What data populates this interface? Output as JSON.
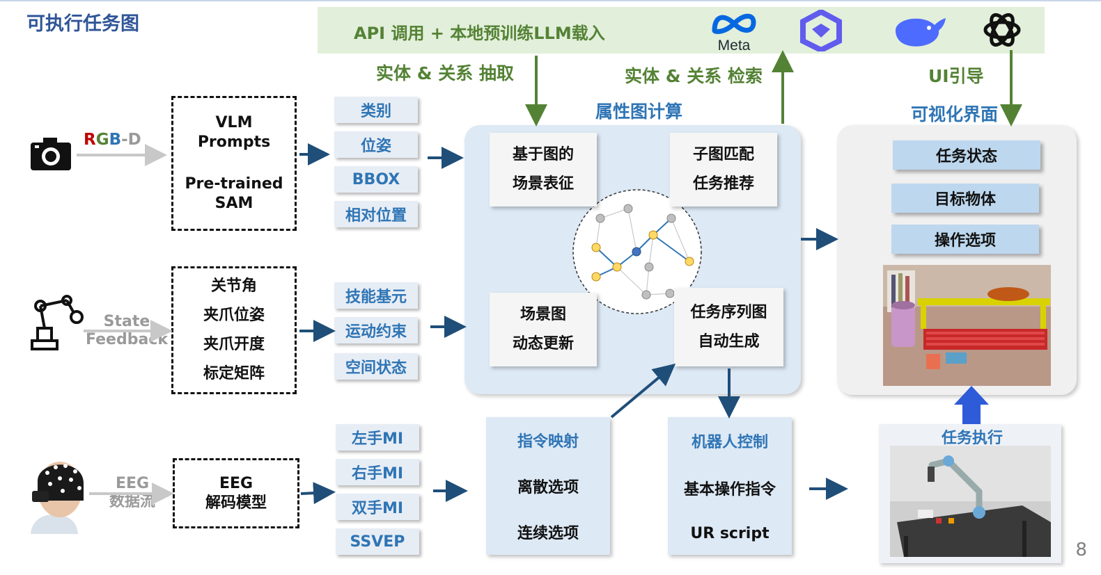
{
  "page": {
    "title": "可执行任务图",
    "page_number": "8"
  },
  "banner": {
    "text": "API 调用 + 本地预训练LLM载入",
    "logos": [
      "Meta",
      "qwen-icon",
      "deepseek-icon",
      "openai-icon"
    ],
    "meta_text": "Meta"
  },
  "labels": {
    "extract": "实体 & 关系 抽取",
    "retrieve": "实体 & 关系 检索",
    "ui_guide": "UI引导",
    "graph_calc": "属性图计算",
    "ui_panel": "可视化界面",
    "task_exec": "任务执行"
  },
  "inputs": {
    "rgbd": {
      "r": "R",
      "g": "G",
      "b": "B",
      "rest": "-D"
    },
    "state_line1": "State",
    "state_line2": "Feedback",
    "eeg_line1": "EEG",
    "eeg_line2": "数据流"
  },
  "modules": {
    "vlm": {
      "line1": "VLM",
      "line2": "Prompts",
      "line3": "Pre-trained",
      "line4": "SAM"
    },
    "robot": {
      "items": [
        "关节角",
        "夹爪位姿",
        "夹爪开度",
        "标定矩阵"
      ]
    },
    "eeg": {
      "line1": "EEG",
      "line2": "解码模型"
    }
  },
  "tags": {
    "vision": [
      "类别",
      "位姿",
      "BBOX",
      "相对位置"
    ],
    "robot": [
      "技能基元",
      "运动约束",
      "空间状态"
    ],
    "eeg": [
      "左手MI",
      "右手MI",
      "双手MI",
      "SSVEP"
    ]
  },
  "graph_panel": {
    "card1": {
      "line1": "基于图的",
      "line2": "场景表征"
    },
    "card2": {
      "line1": "子图匹配",
      "line2": "任务推荐"
    },
    "card3": {
      "line1": "场景图",
      "line2": "动态更新"
    },
    "card4": {
      "line1": "任务序列图",
      "line2": "自动生成"
    }
  },
  "ui_panel": {
    "items": [
      "任务状态",
      "目标物体",
      "操作选项"
    ]
  },
  "command_box": {
    "title": "指令映射",
    "items": [
      "离散选项",
      "连续选项"
    ]
  },
  "robot_box": {
    "title": "机器人控制",
    "items": [
      "基本操作指令",
      "UR script"
    ]
  },
  "colors": {
    "green": "#548235",
    "blue_text": "#2f75b5",
    "arrow_blue": "#1f4e79",
    "panel_blue": "#dde9f5",
    "node_yellow": "#ffd966",
    "node_gray": "#bfbfbf",
    "node_blue": "#4472c4"
  }
}
